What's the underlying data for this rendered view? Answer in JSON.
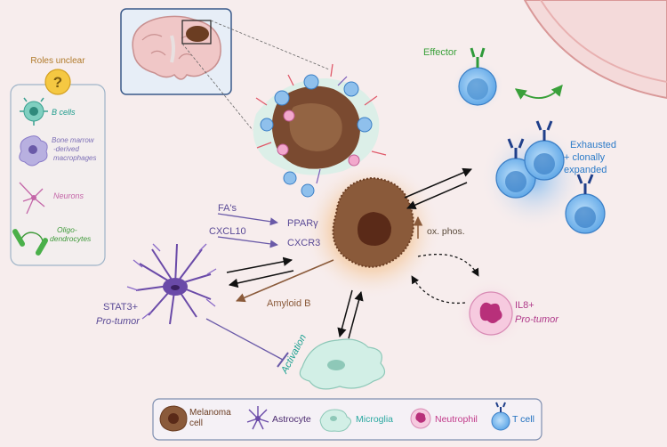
{
  "sidebar": {
    "title": "Roles unclear",
    "question_mark": "?",
    "items": [
      {
        "label": "B cells",
        "color": "#1a9a8a"
      },
      {
        "label": "Bone marrow\n-derived\nmacrophages",
        "color": "#7c6fb6"
      },
      {
        "label": "Neurons",
        "color": "#c466a8"
      },
      {
        "label": "Oligo-\ndendrocytes",
        "color": "#3f9a3a"
      }
    ]
  },
  "tcells": {
    "effector": "Effector",
    "exhausted": "Exhausted\n+ clonally\nexpanded"
  },
  "signals": {
    "fas": "FA's",
    "cxcl10": "CXCL10",
    "ppary": "PPARγ",
    "cxcr3": "CXCR3",
    "oxphos": "ox. phos.",
    "amyloid": "Amyloid B",
    "activation": "Activation"
  },
  "astrocyte_state": {
    "line1": "STAT3+",
    "line2": "Pro-tumor"
  },
  "neutrophil_state": {
    "line1": "IL8+",
    "line2": "Pro-tumor"
  },
  "legend": {
    "items": [
      {
        "label": "Melanoma\ncell",
        "color": "#6b3d22"
      },
      {
        "label": "Astrocyte",
        "color": "#4b2a6f"
      },
      {
        "label": "Microglia",
        "color": "#2aa8a0"
      },
      {
        "label": "Neutrophil",
        "color": "#c23a8a"
      },
      {
        "label": "T cell",
        "color": "#1e6fbf"
      }
    ]
  },
  "colors": {
    "background": "#f7eded",
    "melanoma": "#8a5a3a",
    "tcell": "#3b8fd6",
    "astrocyte": "#6a4aa8",
    "microglia": "#cfeee6",
    "neutrophil": "#f4bfd8",
    "effector_text": "#3aa03a",
    "exhausted_text": "#2a7ac8",
    "signal_text": "#5a4a96",
    "amyloid_text": "#8a5a3a",
    "activation_text": "#1aa090",
    "pro_tumor_text": "#b03a8a"
  }
}
